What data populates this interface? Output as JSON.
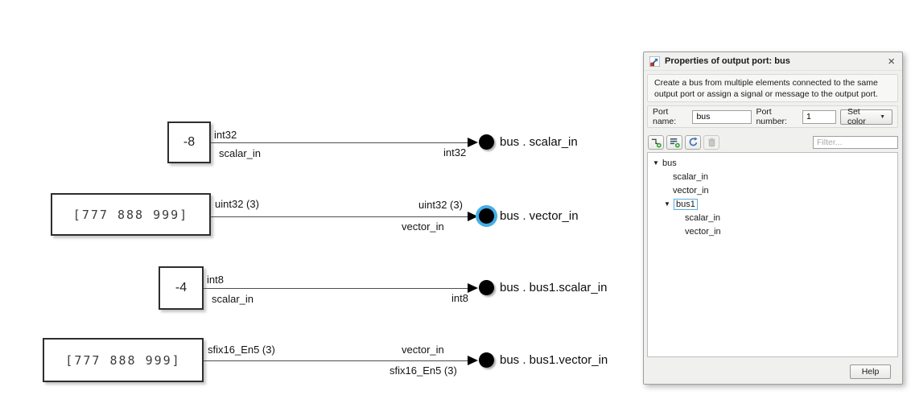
{
  "colors": {
    "selection_ring": "#45aee8",
    "wire": "#4d4d4d",
    "tree_selection_outline": "#56ade0"
  },
  "icons": {
    "close": "×",
    "dropdown_arrow": "▼",
    "tree_expand": "▼"
  },
  "diagram": {
    "rows": [
      {
        "block_text": "-8",
        "source_top": "int32",
        "source_bottom": "scalar_in",
        "dest_bottom": "int32",
        "port_label": "bus . scalar_in"
      },
      {
        "block_text": "[777 888 999]",
        "source_top": "uint32 (3)",
        "dest_top": "uint32 (3)",
        "dest_bottom": "vector_in",
        "port_label": "bus . vector_in"
      },
      {
        "block_text": "-4",
        "source_top": "int8",
        "source_bottom": "scalar_in",
        "dest_bottom": "int8",
        "port_label": "bus . bus1.scalar_in"
      },
      {
        "block_text": "[777 888 999]",
        "source_top": "sfix16_En5 (3)",
        "dest_top": "vector_in",
        "dest_bottom": "sfix16_En5 (3)",
        "port_label": "bus . bus1.vector_in"
      }
    ]
  },
  "dialog": {
    "title": "Properties of output port: bus",
    "description": "Create a bus from multiple elements connected to the same output port or assign a signal or message to the output port.",
    "port_name_label": "Port name:",
    "port_name_value": "bus",
    "port_number_label": "Port number:",
    "port_number_value": "1",
    "set_color_label": "Set color",
    "filter_placeholder": "Filter...",
    "help_label": "Help",
    "tree": [
      {
        "label": "bus",
        "level": 0,
        "expanded": true
      },
      {
        "label": "scalar_in",
        "level": 1
      },
      {
        "label": "vector_in",
        "level": 1
      },
      {
        "label": "bus1",
        "level": 1,
        "expanded": true,
        "selected": true
      },
      {
        "label": "scalar_in",
        "level": 2
      },
      {
        "label": "vector_in",
        "level": 2
      }
    ]
  }
}
